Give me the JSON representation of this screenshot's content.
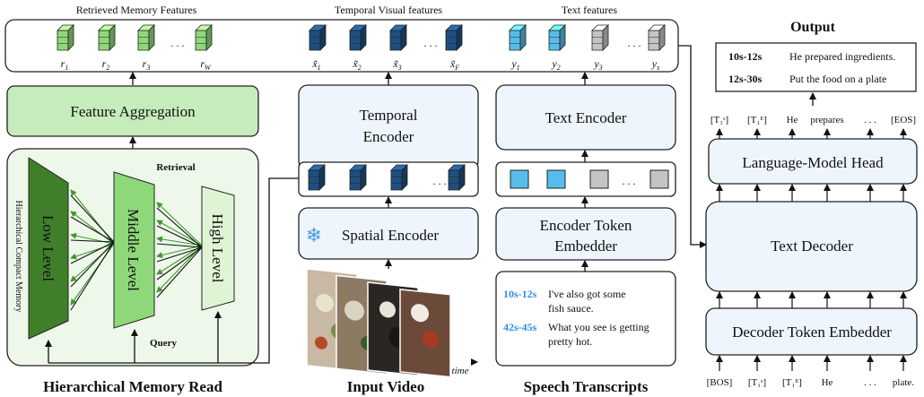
{
  "top_panel": {
    "retrieved_header": "Retrieved Memory Features",
    "temporal_header": "Temporal Visual features",
    "text_header": "Text features",
    "retrieved_labels": [
      {
        "base": "r",
        "sub": "1"
      },
      {
        "base": "r",
        "sub": "2"
      },
      {
        "base": "r",
        "sub": "3"
      },
      {
        "base": "r",
        "sub": "W"
      }
    ],
    "temporal_labels": [
      {
        "base": "x̃",
        "sub": "1"
      },
      {
        "base": "x̃",
        "sub": "2"
      },
      {
        "base": "x̃",
        "sub": "3"
      },
      {
        "base": "x̃",
        "sub": "F"
      }
    ],
    "text_labels": [
      {
        "base": "y",
        "sub": "1"
      },
      {
        "base": "y",
        "sub": "2"
      },
      {
        "base": "y",
        "sub": "3"
      },
      {
        "base": "y",
        "sub": "s"
      }
    ],
    "ellipsis": ". . ."
  },
  "memory": {
    "aggregation": "Feature Aggregation",
    "retrieval": "Retrieval",
    "query": "Query",
    "side_label": "Hierarchical Compact Memory",
    "low": "Low Level",
    "middle": "Middle Level",
    "high": "High Level",
    "caption": "Hierarchical Memory Read"
  },
  "video": {
    "temporal_encoder_line1": "Temporal",
    "temporal_encoder_line2": "Encoder",
    "spatial_encoder": "Spatial Encoder",
    "snowflake": "❄",
    "time_label": "time",
    "caption": "Input Video"
  },
  "speech": {
    "text_encoder": "Text Encoder",
    "embedder_line1": "Encoder Token",
    "embedder_line2": "Embedder",
    "transcripts": [
      {
        "time": "10s-12s",
        "line1": "I've also got some",
        "line2": "fish sauce."
      },
      {
        "time": "42s-45s",
        "line1": "What you see is getting",
        "line2": "pretty hot."
      }
    ],
    "caption": "Speech Transcripts"
  },
  "decoder": {
    "output_title": "Output",
    "outputs": [
      {
        "time": "10s-12s",
        "text": "He prepared ingredients."
      },
      {
        "time": "12s-30s",
        "text": "Put the food on a plate"
      }
    ],
    "top_tokens": [
      "[T₁ˢ]",
      "[T₁ᴱ]",
      "He",
      "prepares",
      ". . .",
      "[EOS]"
    ],
    "lm_head": "Language-Model Head",
    "text_decoder": "Text Decoder",
    "token_embedder": "Decoder Token Embedder",
    "bottom_tokens": [
      "[BOS]",
      "[T₁ˢ]",
      "[T₁ᴱ]",
      "He",
      ". . .",
      "plate."
    ]
  },
  "colors": {
    "memory_green": "#3f7f2a",
    "middle_green": "#8fd87a",
    "light_green": "#cdeebb",
    "panel_green": "#eef8ea",
    "aggregation_green": "#c6ecbb",
    "cube_dark_blue": "#1e4f80",
    "cube_light_blue": "#56bdea",
    "cube_gray": "#c4c4c4",
    "box_blue": "#eef5fc",
    "arrow_green": "#3c9a2a",
    "time_blue": "#2f8fe0"
  }
}
